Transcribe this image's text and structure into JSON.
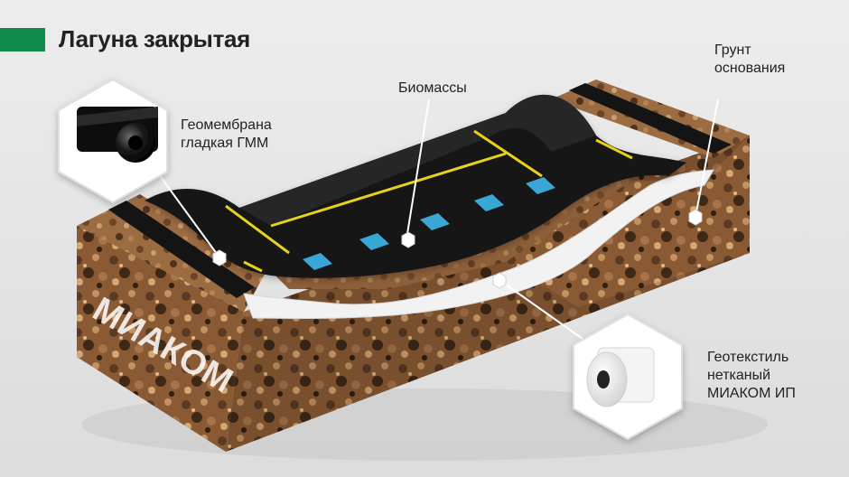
{
  "title": "Лагуна закрытая",
  "brand_text": "МИАКОМ",
  "colors": {
    "accent": "#0f8a4a",
    "membrane": "#141414",
    "weld_line": "#e6d21a",
    "sensor": "#3aa6d6",
    "geotextile": "#f2f2f2",
    "soil": "#8a5a35"
  },
  "labels": {
    "geomembrane": [
      "Геомембрана",
      "гладкая ГММ"
    ],
    "biomass": [
      "Биомассы"
    ],
    "ground": [
      "Грунт",
      "основания"
    ],
    "geotextile": [
      "Геотекстиль",
      "нетканый",
      "МИАКОМ ИП"
    ]
  },
  "icons": {
    "geomembrane_roll": "black-roll-icon",
    "geotextile_roll": "white-roll-icon"
  }
}
